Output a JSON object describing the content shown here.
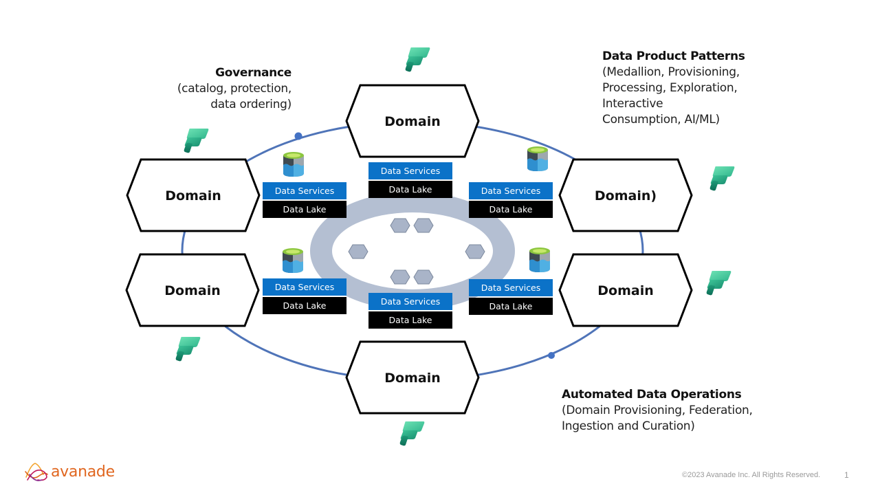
{
  "colors": {
    "ring": "#4f74b8",
    "ring_dot": "#4472c4",
    "hub_outer": "#b4bfd2",
    "hub_inner": "#ffffff",
    "node_fill": "#a9b4c8",
    "node_stroke": "#7a879c",
    "services_fill": "#0b72c8",
    "lake_fill": "#000000",
    "domain_stroke": "#000000",
    "logo_orange": "#e0661f"
  },
  "callouts": {
    "governance": {
      "title": "Governance",
      "lines": [
        "(catalog, protection,",
        "data ordering)"
      ]
    },
    "data_product_patterns": {
      "title": "Data Product Patterns",
      "lines": [
        "(Medallion, Provisioning,",
        "Processing, Exploration,",
        "Interactive",
        "Consumption, AI/ML)"
      ]
    },
    "automated_ops": {
      "title": "Automated Data Operations",
      "lines": [
        "(Domain Provisioning, Federation,",
        "Ingestion and Curation)"
      ]
    }
  },
  "domains": [
    {
      "id": "top",
      "label": "Domain"
    },
    {
      "id": "upper-left",
      "label": "Domain"
    },
    {
      "id": "upper-right",
      "label": "Domain)"
    },
    {
      "id": "lower-left",
      "label": "Domain"
    },
    {
      "id": "lower-right",
      "label": "Domain"
    },
    {
      "id": "bottom",
      "label": "Domain"
    }
  ],
  "stacks": [
    {
      "id": "top",
      "services": "Data Services",
      "lake": "Data Lake"
    },
    {
      "id": "upper-left",
      "services": "Data Services",
      "lake": "Data Lake"
    },
    {
      "id": "upper-right",
      "services": "Data Services",
      "lake": "Data Lake"
    },
    {
      "id": "lower-left",
      "services": "Data Services",
      "lake": "Data Lake"
    },
    {
      "id": "lower-right",
      "services": "Data Services",
      "lake": "Data Lake"
    },
    {
      "id": "bottom",
      "services": "Data Services",
      "lake": "Data Lake"
    }
  ],
  "icons": {
    "fabric": "microsoft-fabric-icon",
    "storage": "data-lake-storage-icon"
  },
  "footer": {
    "logo_text": "avanade",
    "copyright": "©2023 Avanade Inc. All Rights Reserved.",
    "page_number": "1"
  }
}
